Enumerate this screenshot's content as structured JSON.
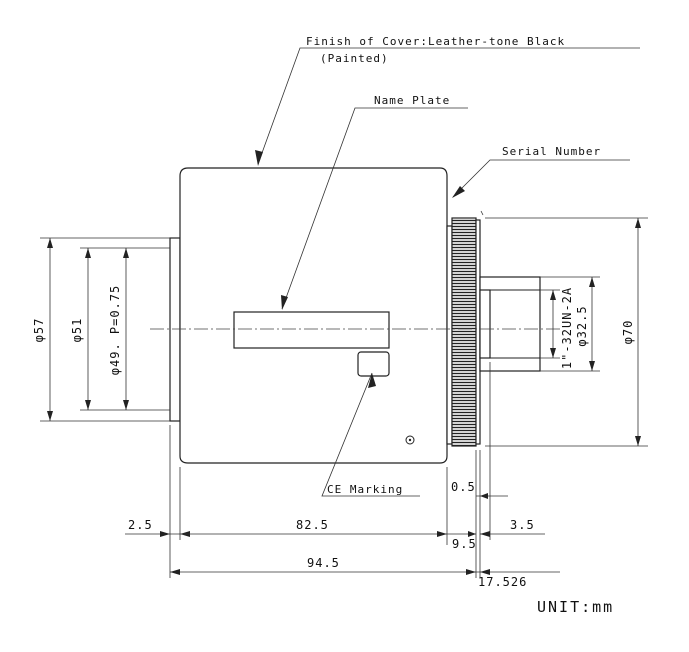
{
  "labels": {
    "finish_line1": "Finish of Cover:Leather-tone Black",
    "finish_line2": "(Painted)",
    "name_plate": "Name Plate",
    "serial_number": "Serial Number",
    "ce_marking": "CE Marking",
    "unit": "UNIT:mm"
  },
  "dimensions": {
    "dia_57": "φ57",
    "dia_51": "φ51",
    "dia_49": "φ49. P=0.75",
    "dia_70": "φ70",
    "dia_32_5": "φ32.5",
    "thread": "1\"-32UN-2A",
    "len_2_5": "2.5",
    "len_82_5": "82.5",
    "len_94_5": "94.5",
    "len_0_5": "0.5",
    "len_9_5": "9.5",
    "len_3_5": "3.5",
    "len_17_526": "17.526"
  },
  "colors": {
    "line": "#222222",
    "background": "#ffffff"
  }
}
